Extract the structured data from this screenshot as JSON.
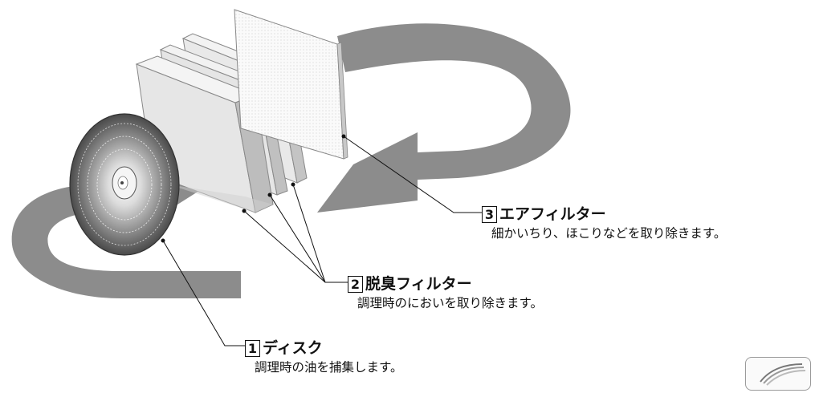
{
  "callouts": [
    {
      "number": "1",
      "title": "ディスク",
      "description": "調理時の油を捕集します。"
    },
    {
      "number": "2",
      "title": "脱臭フィルター",
      "description": "調理時のにおいを取り除きます。"
    },
    {
      "number": "3",
      "title": "エアフィルター",
      "description": "細かいちり、ほこりなどを取り除きます。"
    }
  ],
  "colors": {
    "airflow_arrow": "#8c8c8c",
    "filter_face": "#e8e8e8",
    "filter_side": "#bdbdbd",
    "disk": "#555555",
    "leader_line": "#111111"
  },
  "icons": [
    "airflow-arrow",
    "disk-icon",
    "deodorizing-filter-icon",
    "air-filter-icon",
    "badge-icon"
  ]
}
